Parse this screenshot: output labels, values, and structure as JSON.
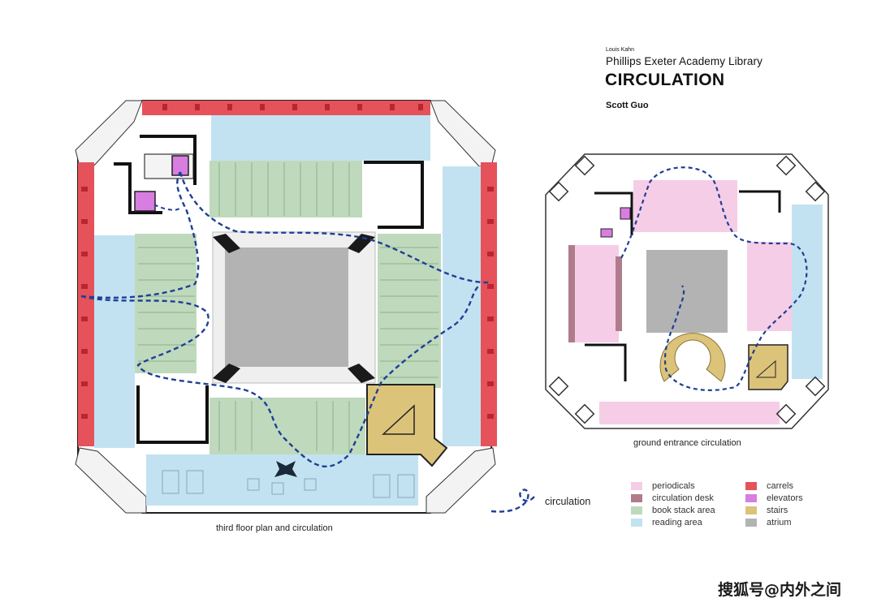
{
  "title": {
    "author": "Louis Kahn",
    "building": "Phillips Exeter Academy Library",
    "heading": "CIRCULATION",
    "student": "Scott Guo"
  },
  "plans": {
    "third_floor_caption": "third floor plan and circulation",
    "ground_caption": "ground entrance circulation"
  },
  "circulation_key": {
    "label": "circulation",
    "color": "#1f3f96"
  },
  "legend": {
    "left": [
      {
        "label": "periodicals",
        "color": "#f6cde6"
      },
      {
        "label": "circulation desk",
        "color": "#b07c8c"
      },
      {
        "label": "book stack area",
        "color": "#bfd9bd"
      },
      {
        "label": "reading area",
        "color": "#c3e2f1"
      }
    ],
    "right": [
      {
        "label": "carrels",
        "color": "#e5525a"
      },
      {
        "label": "elevators",
        "color": "#d77ee0"
      },
      {
        "label": "stairs",
        "color": "#dcc37a"
      },
      {
        "label": "atrium",
        "color": "#b3b3b3"
      }
    ]
  },
  "watermark": "搜狐号@内外之间"
}
